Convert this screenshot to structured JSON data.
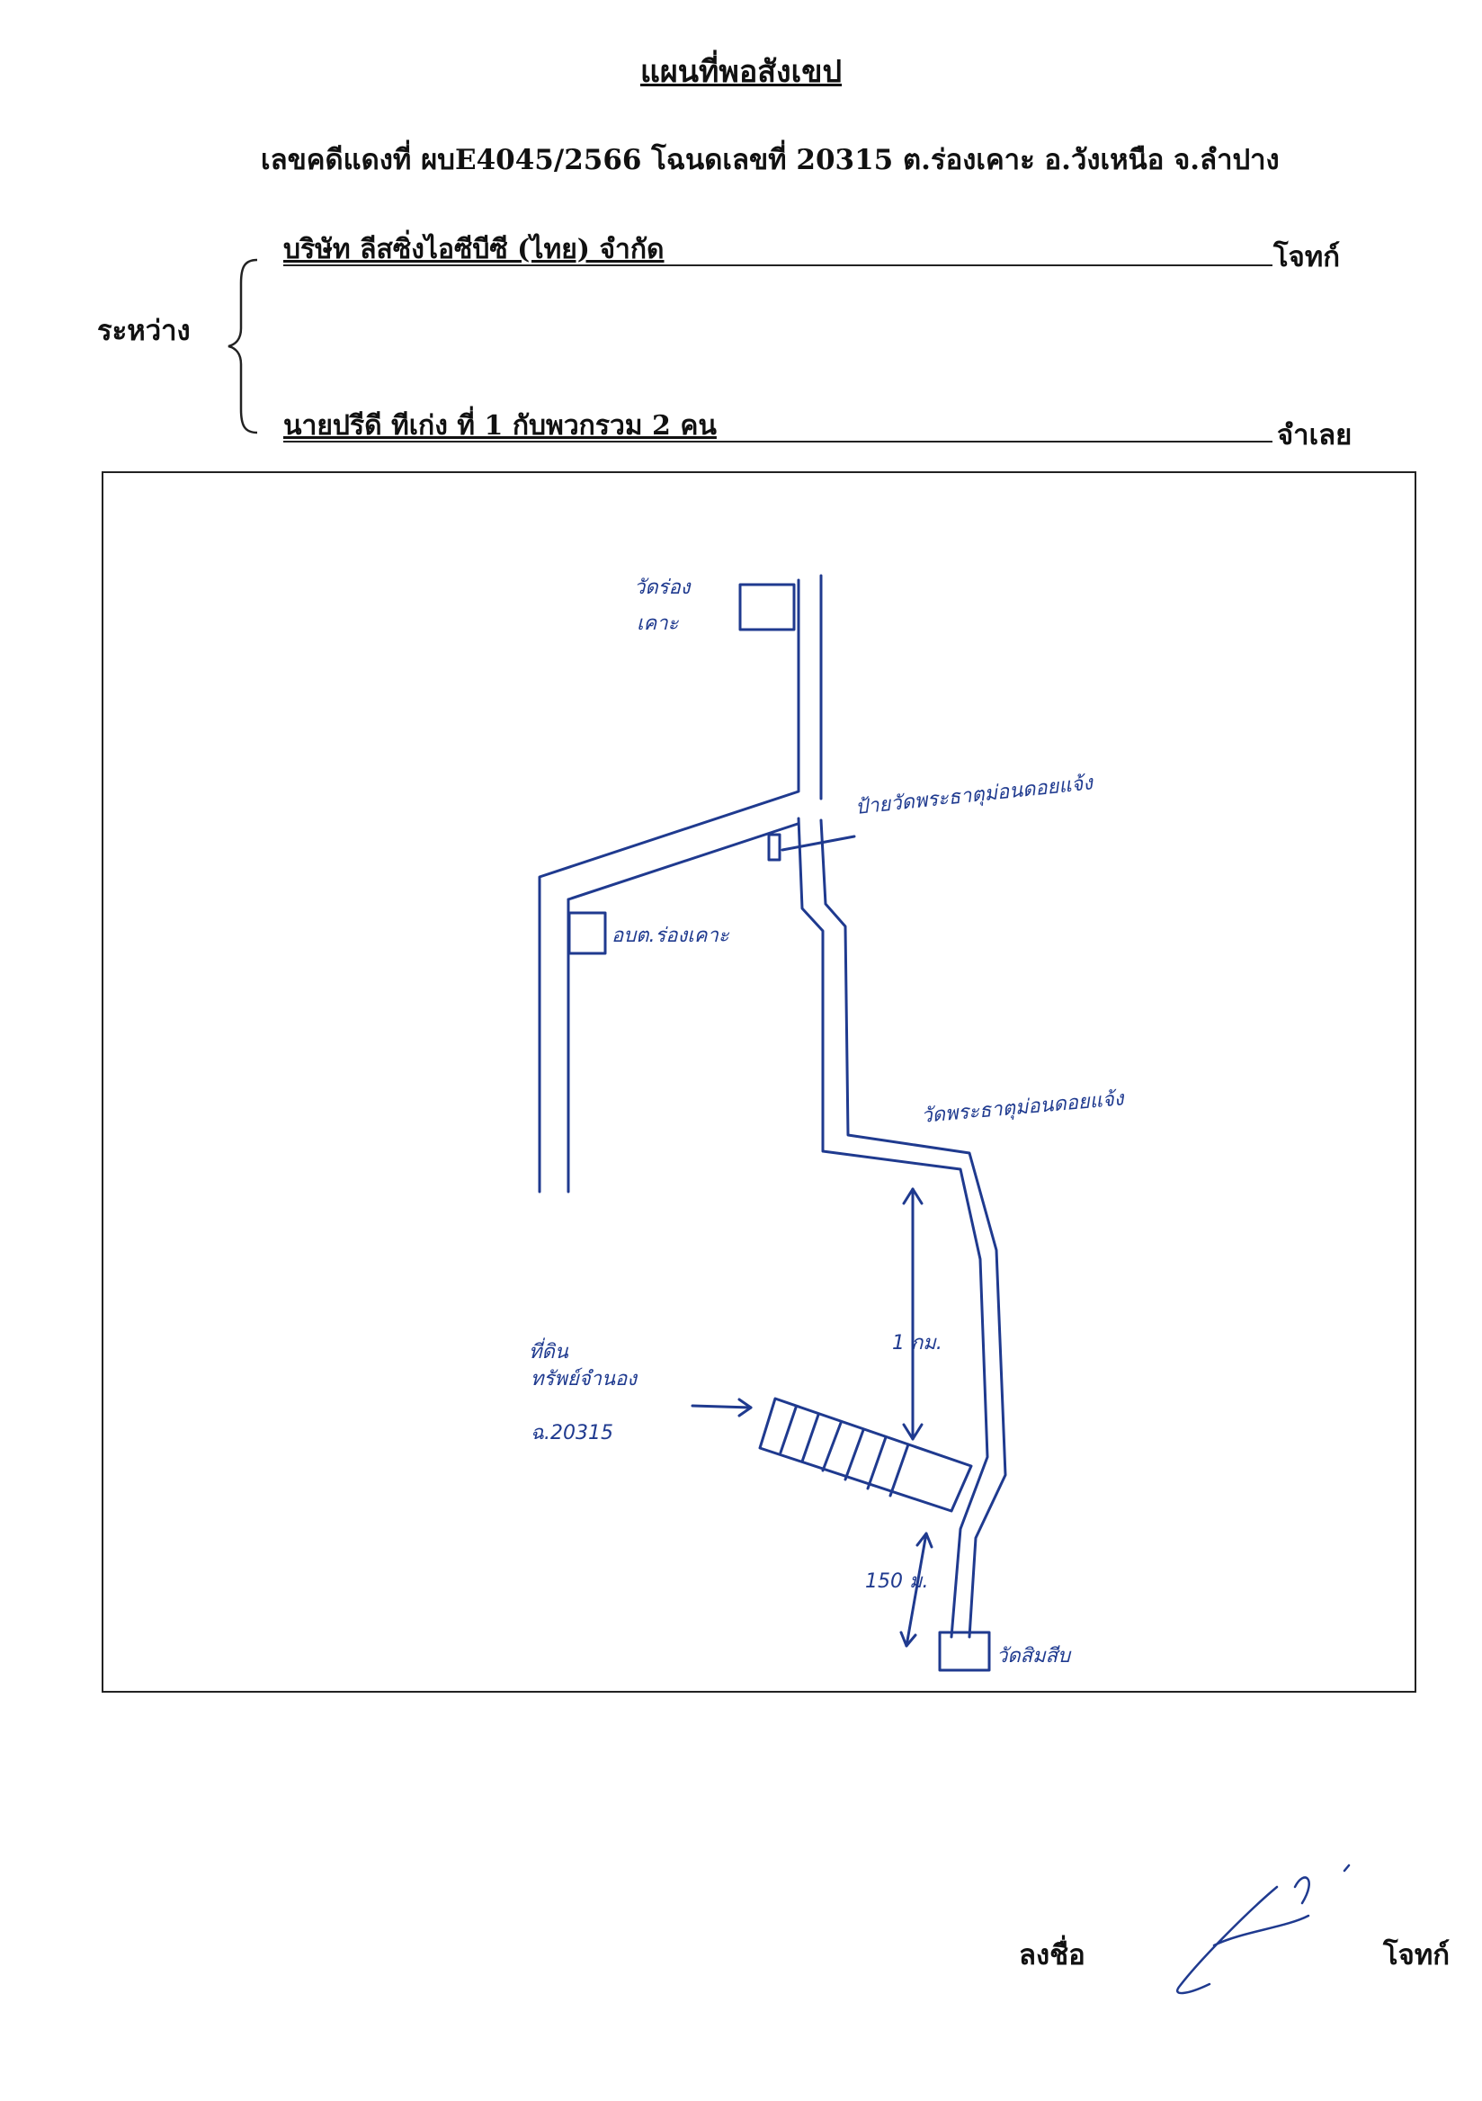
{
  "header": {
    "title": "แผนที่พอสังเขป",
    "case_line": "เลขคดีแดงที่ ผบE4045/2566  โฉนดเลขที่ 20315  ต.ร่องเคาะ   อ.วังเหนือ   จ.ลำปาง"
  },
  "parties": {
    "between_label": "ระหว่าง",
    "plaintiff_name": "บริษัท ลีสซิ่งไอซีบีซี (ไทย) จำกัด",
    "plaintiff_role": "โจทก์",
    "defendant_name": "นายปรีดี  ทีเก่ง  ที่ 1 กับพวกรวม 2 คน",
    "defendant_role": "จำเลย"
  },
  "map": {
    "label_temple_north": "วัดร่อง",
    "label_temple_north_2": "เคาะ",
    "label_sign": "ป้ายวัดพระธาตุม่อนดอยแจ้ง",
    "label_office": "อบต.ร่องเคาะ",
    "label_temple_mid": "วัดพระธาตุม่อนดอยแจ้ง",
    "label_distance_1": "1 กม.",
    "label_plot_1": "ที่ดิน",
    "label_plot_2": "ทรัพย์จำนอง",
    "label_plot_3": "ฉ.20315",
    "label_distance_2": "150 ม.",
    "label_temple_south": "วัดสิมสีบ",
    "ink_color": "#1f3a8f"
  },
  "signature": {
    "label": "ลงชื่อ",
    "role": "โจทก์"
  }
}
